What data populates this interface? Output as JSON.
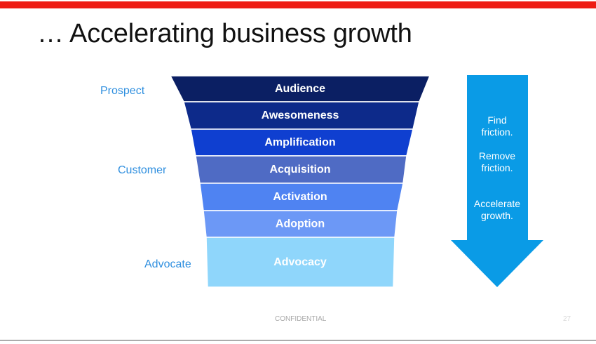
{
  "title": "… Accelerating business growth",
  "stage_labels": [
    "Prospect",
    "Customer",
    "Advocate"
  ],
  "funnel": {
    "stages": [
      {
        "label": "Audience",
        "fill": "#0b1f63",
        "text_color": "#ffffff"
      },
      {
        "label": "Awesomeness",
        "fill": "#0d2a8a",
        "text_color": "#ffffff"
      },
      {
        "label": "Amplification",
        "fill": "#0f3fd0",
        "text_color": "#ffffff"
      },
      {
        "label": "Acquisition",
        "fill": "#4f6bc4",
        "text_color": "#ffffff"
      },
      {
        "label": "Activation",
        "fill": "#4f83f2",
        "text_color": "#ffffff"
      },
      {
        "label": "Adoption",
        "fill": "#6c98f6",
        "text_color": "#ffffff"
      },
      {
        "label": "Advocacy",
        "fill": "#8fd6fb",
        "text_color": "#0b1f63"
      }
    ]
  },
  "arrow": {
    "color": "#0a9be6",
    "lines": [
      [
        "Find",
        "friction."
      ],
      [
        "Remove",
        "friction."
      ],
      [
        "Accelerate",
        "growth."
      ]
    ]
  },
  "footer": {
    "confidential": "CONFIDENTIAL",
    "page_number": "27"
  }
}
